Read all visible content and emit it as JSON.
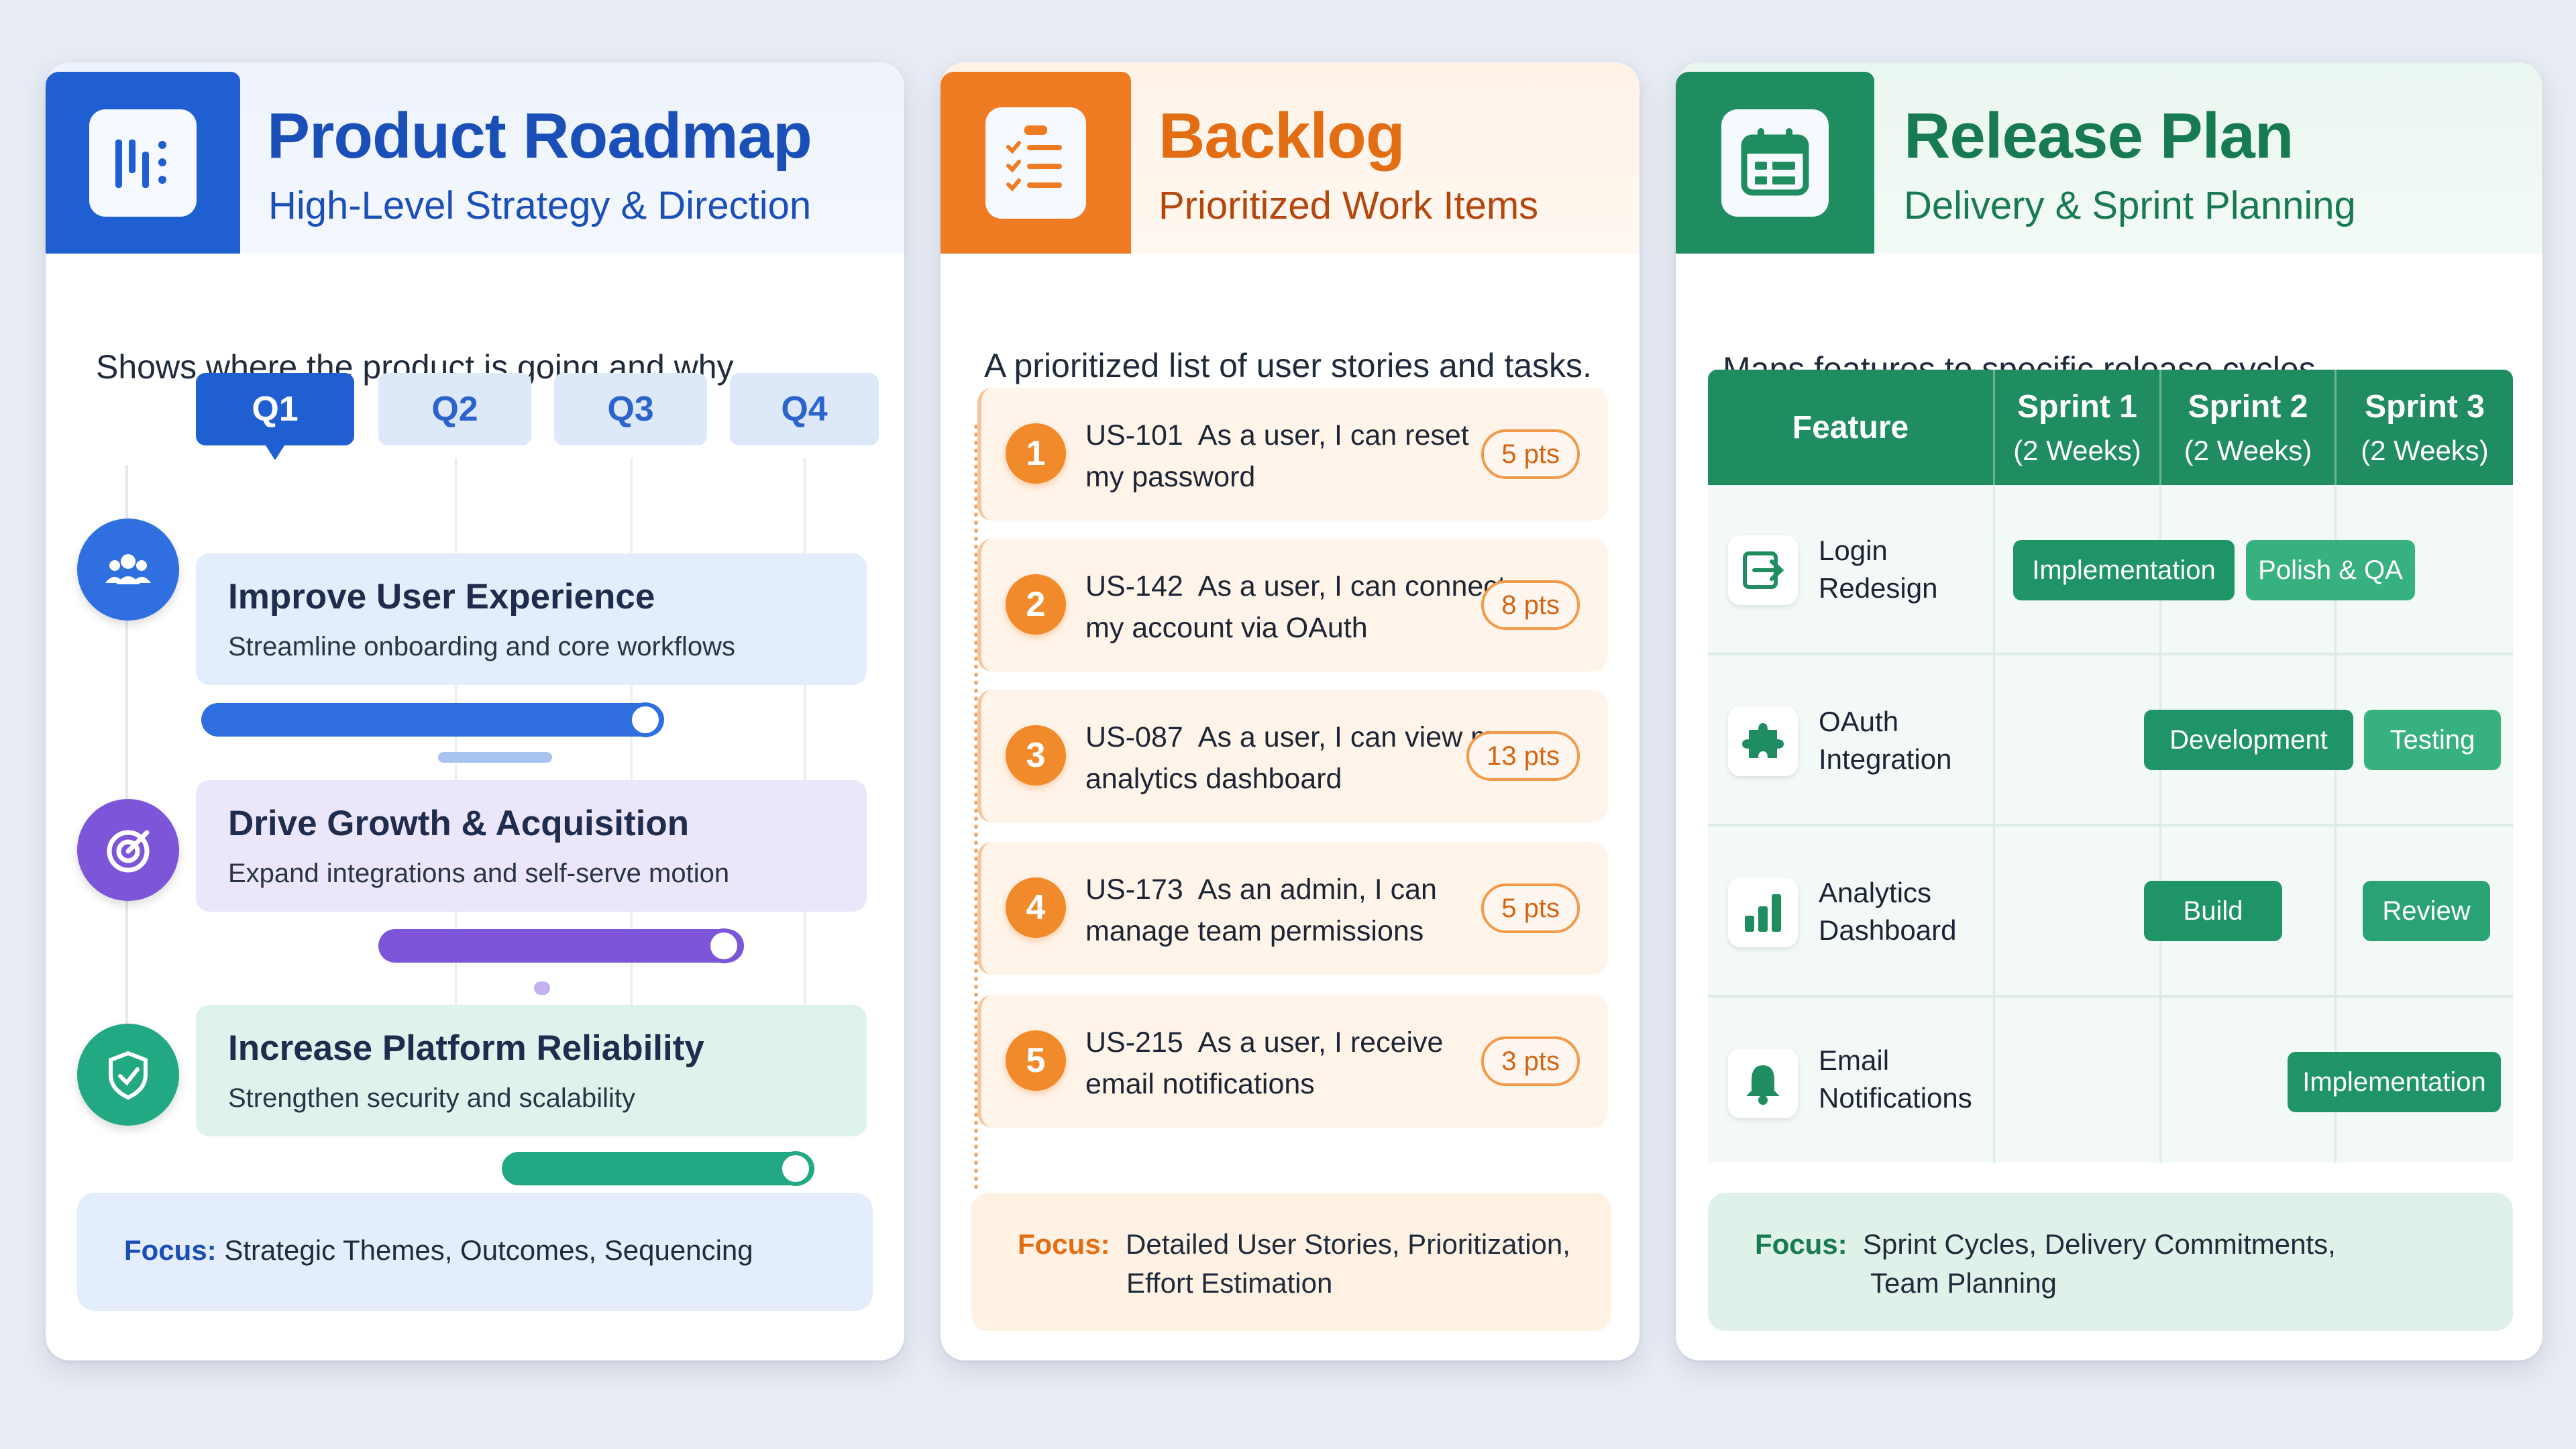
{
  "roadmap": {
    "title": "Product Roadmap",
    "subtitle": "High-Level Strategy & Direction",
    "description": "Shows where the product is going and why.",
    "icon": "roadmap-columns-icon",
    "quarters": [
      "Q1",
      "Q2",
      "Q3",
      "Q4"
    ],
    "active_quarter": "Q1",
    "themes": [
      {
        "title": "Improve User Experience",
        "subtitle": "Streamline onboarding and core workflows",
        "icon": "users-icon",
        "color": "#2f6fe0"
      },
      {
        "title": "Drive Growth & Acquisition",
        "subtitle": "Expand integrations and self-serve motion",
        "icon": "target-icon",
        "color": "#7c55d9"
      },
      {
        "title": "Increase Platform Reliability",
        "subtitle": "Strengthen security and scalability",
        "icon": "shield-check-icon",
        "color": "#22a882"
      }
    ],
    "focus": {
      "label": "Focus:",
      "text": "Strategic Themes, Outcomes, Sequencing"
    }
  },
  "backlog": {
    "title": "Backlog",
    "subtitle": "Prioritized Work Items",
    "description": "A prioritized list of user stories and tasks.",
    "icon": "checklist-icon",
    "stories": [
      {
        "rank": "1",
        "id": "US-101",
        "text": "As a user, I can reset my password",
        "points": "5 pts"
      },
      {
        "rank": "2",
        "id": "US-142",
        "text": "As a user, I can connect my account via OAuth",
        "points": "8 pts"
      },
      {
        "rank": "3",
        "id": "US-087",
        "text": "As a user, I can view my analytics dashboard",
        "points": "13 pts"
      },
      {
        "rank": "4",
        "id": "US-173",
        "text": "As an admin, I can manage team permissions",
        "points": "5 pts"
      },
      {
        "rank": "5",
        "id": "US-215",
        "text": "As a user, I receive email notifications",
        "points": "3 pts"
      }
    ],
    "focus": {
      "label": "Focus:",
      "line1": "Detailed User Stories, Prioritization,",
      "line2": "Effort Estimation"
    }
  },
  "release": {
    "title": "Release Plan",
    "subtitle": "Delivery & Sprint Planning",
    "description": "Maps features to specific release cycles.",
    "icon": "calendar-icon",
    "columns": [
      {
        "main": "Feature",
        "sub": ""
      },
      {
        "main": "Sprint 1",
        "sub": "(2 Weeks)"
      },
      {
        "main": "Sprint 2",
        "sub": "(2 Weeks)"
      },
      {
        "main": "Sprint 3",
        "sub": "(2 Weeks)"
      }
    ],
    "features": [
      {
        "line1": "Login",
        "line2": "Redesign",
        "icon": "login-arrow-icon",
        "pills": [
          "Implementation",
          "Polish & QA"
        ]
      },
      {
        "line1": "OAuth",
        "line2": "Integration",
        "icon": "puzzle-icon",
        "pills": [
          "Development",
          "Testing"
        ]
      },
      {
        "line1": "Analytics",
        "line2": "Dashboard",
        "icon": "bar-chart-icon",
        "pills": [
          "Build",
          "Review"
        ]
      },
      {
        "line1": "Email",
        "line2": "Notifications",
        "icon": "bell-icon",
        "pills": [
          "Implementation"
        ]
      }
    ],
    "focus": {
      "label": "Focus:",
      "line1": "Sprint Cycles, Delivery Commitments,",
      "line2": "Team Planning"
    }
  },
  "colors": {
    "roadmap_blue": "#1f5fd1",
    "backlog_orange": "#ef7b22",
    "release_green": "#1f8d5f"
  }
}
